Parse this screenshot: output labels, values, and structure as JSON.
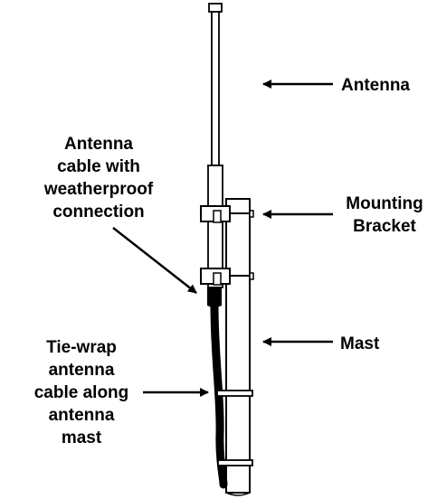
{
  "diagram": {
    "labels": {
      "antenna": "Antenna",
      "mounting_bracket": [
        "Mounting",
        "Bracket"
      ],
      "mast": "Mast",
      "antenna_cable": [
        "Antenna",
        "cable with",
        "weatherproof",
        "connection"
      ],
      "tie_wrap": [
        "Tie-wrap",
        "antenna",
        "cable along",
        "antenna",
        "mast"
      ]
    },
    "colors": {
      "line": "#000000",
      "background": "#ffffff"
    }
  }
}
